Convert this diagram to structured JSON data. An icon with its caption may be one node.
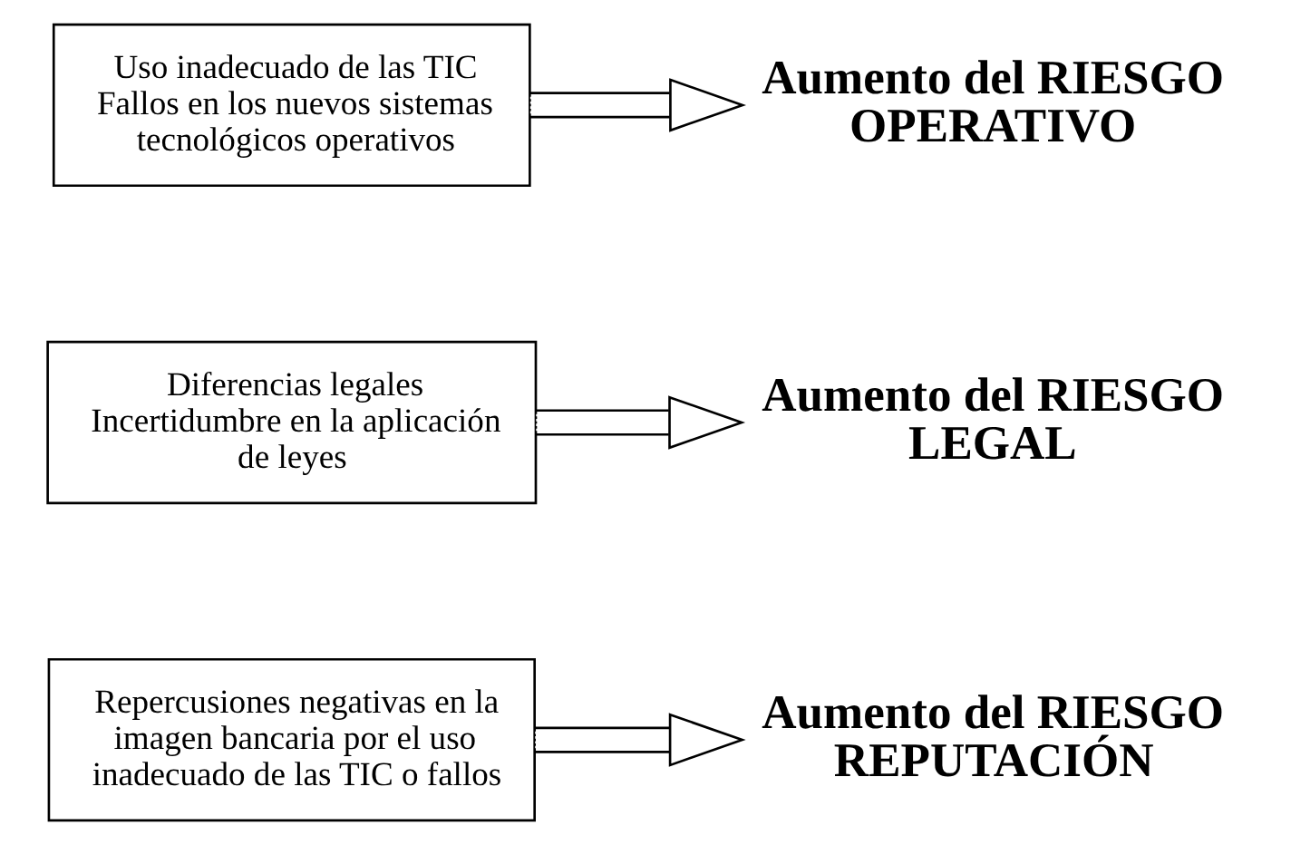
{
  "diagram": {
    "nodes": [
      {
        "text": [
          "Uso inadecuado de las TIC",
          "Fallos en los nuevos sistemas tecnológicos operativos"
        ]
      },
      {
        "text": [
          "Aumento del RIESGO",
          "OPERATIVO"
        ]
      },
      {
        "text": [
          "Diferencias legales",
          "Incertidumbre en la aplicación de leyes"
        ]
      },
      {
        "text": [
          "Aumento del RIESGO",
          "LEGAL"
        ]
      },
      {
        "text": [
          "Repercusiones negativas en la imagen bancaria por el uso inadecuado de las TIC o fallos"
        ]
      },
      {
        "text": [
          "Aumento del RIESGO",
          "REPUTACIÓN"
        ]
      }
    ],
    "edges": [
      {
        "from": 0,
        "to": 1,
        "arrow": "to"
      },
      {
        "from": 2,
        "to": 3,
        "arrow": "to"
      },
      {
        "from": 4,
        "to": 5,
        "arrow": "to"
      }
    ]
  }
}
